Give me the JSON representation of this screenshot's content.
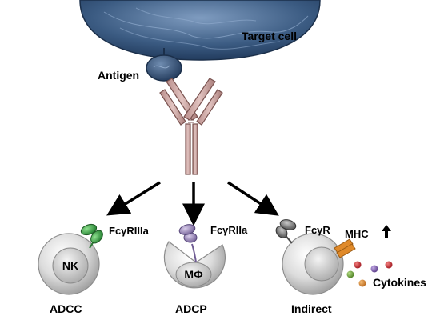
{
  "labels": {
    "target_cell": "Target cell",
    "antigen": "Antigen",
    "nk_receptor": "FcγRIIIa",
    "macrophage_receptor": "FcγRIIa",
    "indirect_receptor": "FcγR",
    "mhc": "MHC",
    "cytokines": "Cytokines",
    "nk_cell": "NK",
    "macrophage_cell": "MΦ"
  },
  "mechanisms": [
    {
      "label": "ADCC"
    },
    {
      "label": "ADCP"
    },
    {
      "label": "Indirect"
    }
  ],
  "colors": {
    "target_cell": "#2c4a6e",
    "antibody": "#c9a3a0",
    "nk_receptor": "#2f9c3e",
    "macrophage_receptor": "#9b87b5",
    "indirect_receptor": "#6b6b6b",
    "mhc": "#e08a2a",
    "cell_body": "#d6d6d6",
    "cytokine_red": "#c2262e",
    "cytokine_purple": "#7a5aa8",
    "cytokine_green": "#6ea23c",
    "cytokine_orange": "#e08a2a"
  },
  "icons": {
    "mhc_arrow": "up-arrow-icon"
  }
}
